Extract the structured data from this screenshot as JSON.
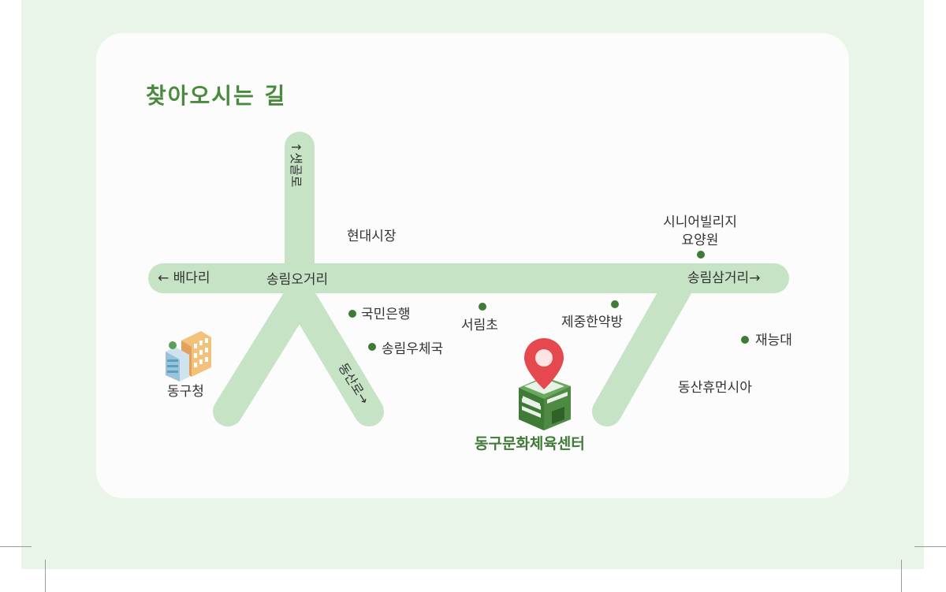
{
  "map": {
    "title": "찾아오시는 길",
    "destination": "동구문화체육센터",
    "roads": {
      "saetgol": "↑샛골로",
      "dongsan": "동산로→",
      "baedari": "← 배다리",
      "songrim_samgeori": "송림삼거리→"
    },
    "places": {
      "songrim_ogeori": "송림오거리",
      "hyundai_market": "현대시장",
      "kookmin_bank": "국민은행",
      "songrim_post": "송림우체국",
      "seorim_school": "서림초",
      "jejung_clinic": "제중한약방",
      "senior_village_1": "시니어빌리지",
      "senior_village_2": "요양원",
      "jaeneungdae": "재능대",
      "dongsan_humansia": "동산휴먼시아",
      "donggu_office": "동구청"
    },
    "colors": {
      "background": "#eaf5ea",
      "road": "#c6e3c6",
      "accent_green": "#3f7a37",
      "title_green": "#4a8a3e",
      "pin_red": "#e5484d"
    }
  }
}
